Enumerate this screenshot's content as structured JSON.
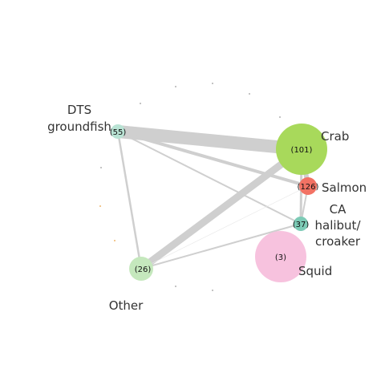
{
  "nodes": [
    {
      "id": "dts",
      "label_lines": [
        "DTS",
        "groundfish"
      ],
      "count": "(55)",
      "color": "#b9e3d4"
    },
    {
      "id": "crab",
      "label_lines": [
        "Crab"
      ],
      "count": "(101)",
      "color": "#a8d95b"
    },
    {
      "id": "salmon",
      "label_lines": [
        "Salmon"
      ],
      "count": "(126)",
      "color": "#f27264"
    },
    {
      "id": "halibut",
      "label_lines": [
        "CA",
        "halibut/",
        "croaker"
      ],
      "count": "(37)",
      "color": "#7dcbb6"
    },
    {
      "id": "squid",
      "label_lines": [
        "Squid"
      ],
      "count": "(3)",
      "color": "#f7c2de"
    },
    {
      "id": "other",
      "label_lines": [
        "Other"
      ],
      "count": "(26)",
      "color": "#c5e8bd"
    }
  ],
  "edge_color": "#cfcfcf"
}
